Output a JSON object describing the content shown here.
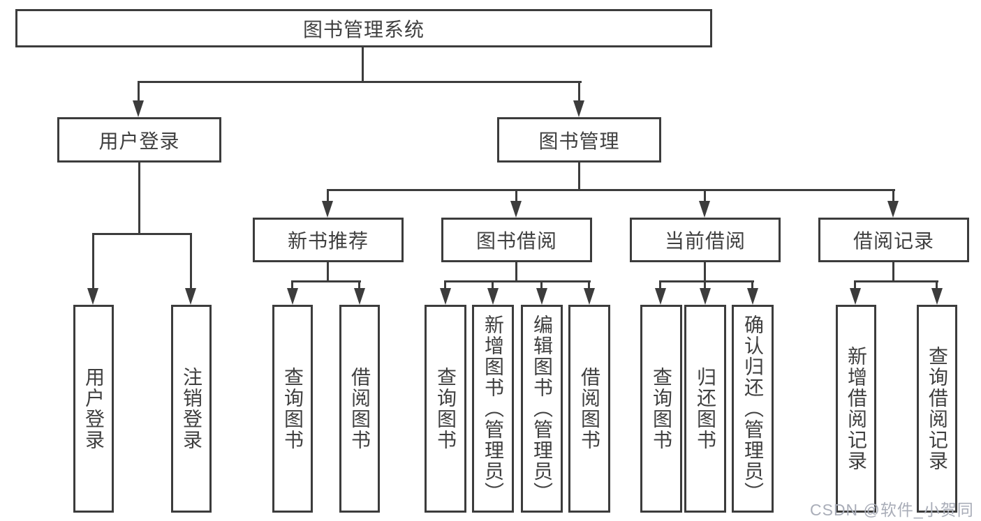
{
  "diagram": {
    "watermark": "CSDN @软件_小贺同学",
    "colors": {
      "line": "#3c3c3c",
      "text": "#3f3f3f",
      "background": "#ffffff",
      "watermark": "#a9adb8"
    },
    "nodes": {
      "root": {
        "label": "图书管理系统"
      },
      "user_login": {
        "label": "用户登录"
      },
      "book_manage": {
        "label": "图书管理"
      },
      "new_books": {
        "label": "新书推荐"
      },
      "book_borrow": {
        "label": "图书借阅"
      },
      "current_borrow": {
        "label": "当前借阅"
      },
      "borrow_records": {
        "label": "借阅记录"
      },
      "leaf_user_login": {
        "label": "用户登录"
      },
      "leaf_logout": {
        "label": "注销登录"
      },
      "nb_query": {
        "label": "查询图书"
      },
      "nb_borrow": {
        "label": "借阅图书"
      },
      "bb_query": {
        "label": "查询图书"
      },
      "bb_add": {
        "label": "新增图书（管理员）"
      },
      "bb_edit": {
        "label": "编辑图书（管理员）"
      },
      "bb_borrow": {
        "label": "借阅图书"
      },
      "cb_query": {
        "label": "查询图书"
      },
      "cb_return": {
        "label": "归还图书"
      },
      "cb_confirm": {
        "label": "确认归还（管理员）"
      },
      "br_add": {
        "label": "新增借阅记录"
      },
      "br_query": {
        "label": "查询借阅记录"
      }
    }
  }
}
